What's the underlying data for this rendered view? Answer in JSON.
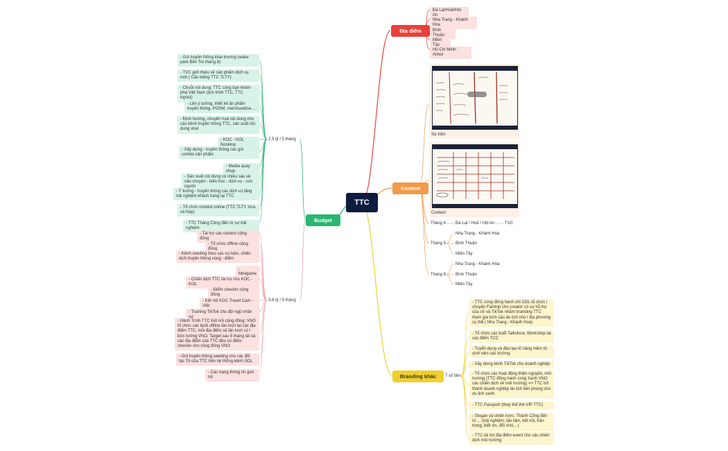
{
  "central": "TTC",
  "dia_diem": {
    "title": "Địa điểm",
    "items": [
      "Đà Lạt/Huế/Hội An",
      "Nha Trang - Khánh Hòa",
      "Bình Thuận",
      "Miền Tây",
      "Hồ Chí Minh - Ankor"
    ]
  },
  "content": {
    "title": "Content",
    "image1_caption": "Sự kiện",
    "image2_caption": "Content",
    "months": [
      {
        "label": "Tháng 4",
        "items": [
          "Đà Lạt / Huế / Hội An"
        ],
        "extra": "TVC"
      },
      {
        "label": "Tháng 5",
        "items": [
          "Nha Trang - Khánh Hòa",
          "Bình Thuận",
          "Miền Tây"
        ]
      },
      {
        "label": "Tháng 6",
        "items": [
          "Nha Trang - Khánh Hòa",
          "Bình Thuận",
          "Miền Tây"
        ]
      }
    ]
  },
  "branding": {
    "title": "Branding khác",
    "sub": "7 sổ tiền",
    "items": [
      "- TTC cùng đồng hành với GDL tổ chức l chuyến Famtrip cho creator có sự hỗ trợ của sở và TikTok nhằm branding TTC tham gia kích cầu du lịch cho l địa phương cụ thể ( Nha Trang - Khánh Hoà)",
      "- Tổ chức các buổi Talkshow, Workshop tại các điểm TCC",
      "- Tuyển dụng và đào tạo kĩ năng mềm từ sinh viên các trường",
      "- Xây dựng kênh TikTok cho doanh nghiệp",
      "- Tổ chức các hoạt động thiện nguyện, môi trường (TTC đồng hành cùng Xanh VNO các chiến dịch về môi trường) => TTC trở thành doanh nghiệp du lịch tiên phong cho du lịch xanh",
      "- TTC Passport (thay thế thẻ VIP TTC)",
      "- Slogan và chiến lược: Thành Công đến từ ... (trải nghiệm, tận tâm, kết nối, trân trọng, biết ơn, đổi mới,...)",
      "- TTC tài trợ địa điểm event cho các chiến dịch môi trường"
    ]
  },
  "budget": {
    "title": "Budget",
    "group1": {
      "label": "2.5 tỷ / 5 tháng",
      "items": [
        "- Gói truyền thông khai trương (water park Bến Tre tháng 8)",
        "- TVC giới thiệu về sản phẩm dịch vụ mới ( Cầu kiếng TTC TLTY)",
        "- Chuỗi nội dung: TTC cùng bạn khám phá Việt Nam (lịch trình TTC, TTC toplist)",
        "- Lên ý tưởng, thiết kế ấn phẩm truyền thông, POSM, merchandise....",
        "- Định hướng, chuyển hoá nội dung cho các kênh truyền thông TTC, sản xuất nội dung viral",
        "- KOC - KOL Booking",
        "- Xây dựng - truyền thông các gói combo sản phẩm",
        "- Media quay chụp",
        "- Sản xuất nội dung có chiều sâu về câu chuyện - kiến trúc - dịch vụ - con người",
        "- Ý tưởng - truyền thông các dịch vụ tăng trải nghiệm khách hàng tại TTC",
        "- Tổ chức contest online (TTC TLTY Xưa và Nay)",
        "- TTC Thăng Công đến từ sự trải nghiệm"
      ]
    },
    "group2": {
      "label": "3.6 tỷ / 9 tháng",
      "items": [
        "- Tài trợ các contest cộng đồng",
        "- Tổ chức offline cộng đồng",
        "- Kênh seeding theo các sự kiện, chiến dịch truyền thông vùng - điểm",
        "- Minigame",
        "- Chiến dịch TTC tài trợ cho KOC - KOL",
        "- Điểm checkin cộng đồng",
        "- Kết nối KOC Travel Cam - Việt",
        "- Training TikTok cho đội ngũ nhân sự",
        "- Hành Trình TTC Kết nối cộng đồng: VNO tổ chức các buổi offline lần lượt tại các địa điểm TTC, mỗi địa điểm sẽ lần lượt có l bức tường VNO, Target sau 5 tháng tất cả các địa điểm của TTC đều có điểm checkin cho cộng đồng VNO",
        "- Gói truyền thông seeding cho các đối tác TA của TTC trên hệ thống kênh GDL",
        "- Các trang thông tin giới trẻ"
      ]
    }
  },
  "colors": {
    "dia_diem": "#e8403a",
    "content": "#f2994a",
    "branding": "#f0cf2c",
    "budget": "#2bb673",
    "central": "#0d1b3e"
  }
}
